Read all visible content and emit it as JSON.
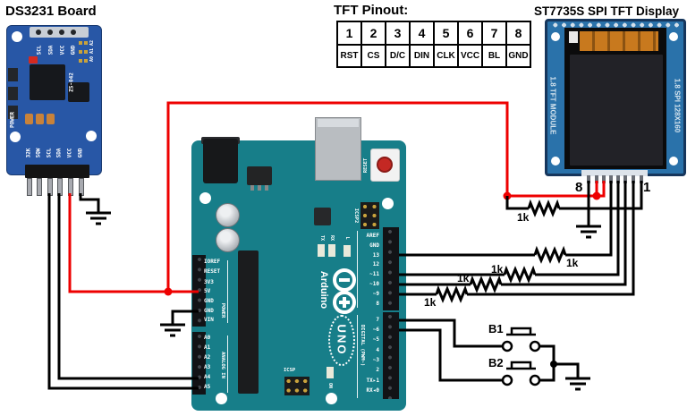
{
  "titles": {
    "ds3231": "DS3231 Board",
    "pinout": "TFT Pinout:",
    "display": "ST7735S SPI TFT Display"
  },
  "pinout_table": {
    "numbers": [
      "1",
      "2",
      "3",
      "4",
      "5",
      "6",
      "7",
      "8"
    ],
    "names": [
      "RST",
      "CS",
      "D/C",
      "DIN",
      "CLK",
      "VCC",
      "BL",
      "GND"
    ]
  },
  "ds3231": {
    "top_pins": [
      "SCL",
      "SDA",
      "VCC",
      "GND"
    ],
    "bottom_pins": [
      "32K",
      "SQW",
      "SCL",
      "SDA",
      "VCC",
      "GND"
    ],
    "model": "ZS-042",
    "addr": "A0 A1 A2",
    "power": "POWER"
  },
  "display": {
    "left_label": "1.8 TFT MODULE",
    "right_label": "1.8 SPI 128X160",
    "pin_left": "8",
    "pin_right": "1"
  },
  "arduino": {
    "reset": "RESET",
    "icsp2": "ICSP2",
    "icsp": "ICSP",
    "on": "ON",
    "l": "L",
    "tx": "TX",
    "rx": "RX",
    "brand": "Arduino",
    "model": "UNO",
    "digital": "DIGITAL (PWM~)",
    "power": "POWER",
    "analog": "ANALOG IN",
    "right_top": [
      "AREF",
      "GND",
      "13",
      "12",
      "~11",
      "~10",
      "~9",
      "8"
    ],
    "right_bottom": [
      "7",
      "~6",
      "~5",
      "4",
      "~3",
      "2",
      "TX▸1",
      "RX◂0"
    ],
    "left_power": [
      "IOREF",
      "RESET",
      "3V3",
      "5V",
      "GND",
      "GND",
      "VIN"
    ],
    "left_analog": [
      "A0",
      "A1",
      "A2",
      "A3",
      "A4",
      "A5"
    ]
  },
  "circuit": {
    "resistor_label": "1k",
    "button1_label": "B1",
    "button2_label": "B2"
  },
  "colors": {
    "wire_red": "#ee0000",
    "wire_black": "#000000",
    "arduino_teal": "#177e89",
    "ds_blue": "#2857a6",
    "display_blue": "#2a72aa"
  }
}
